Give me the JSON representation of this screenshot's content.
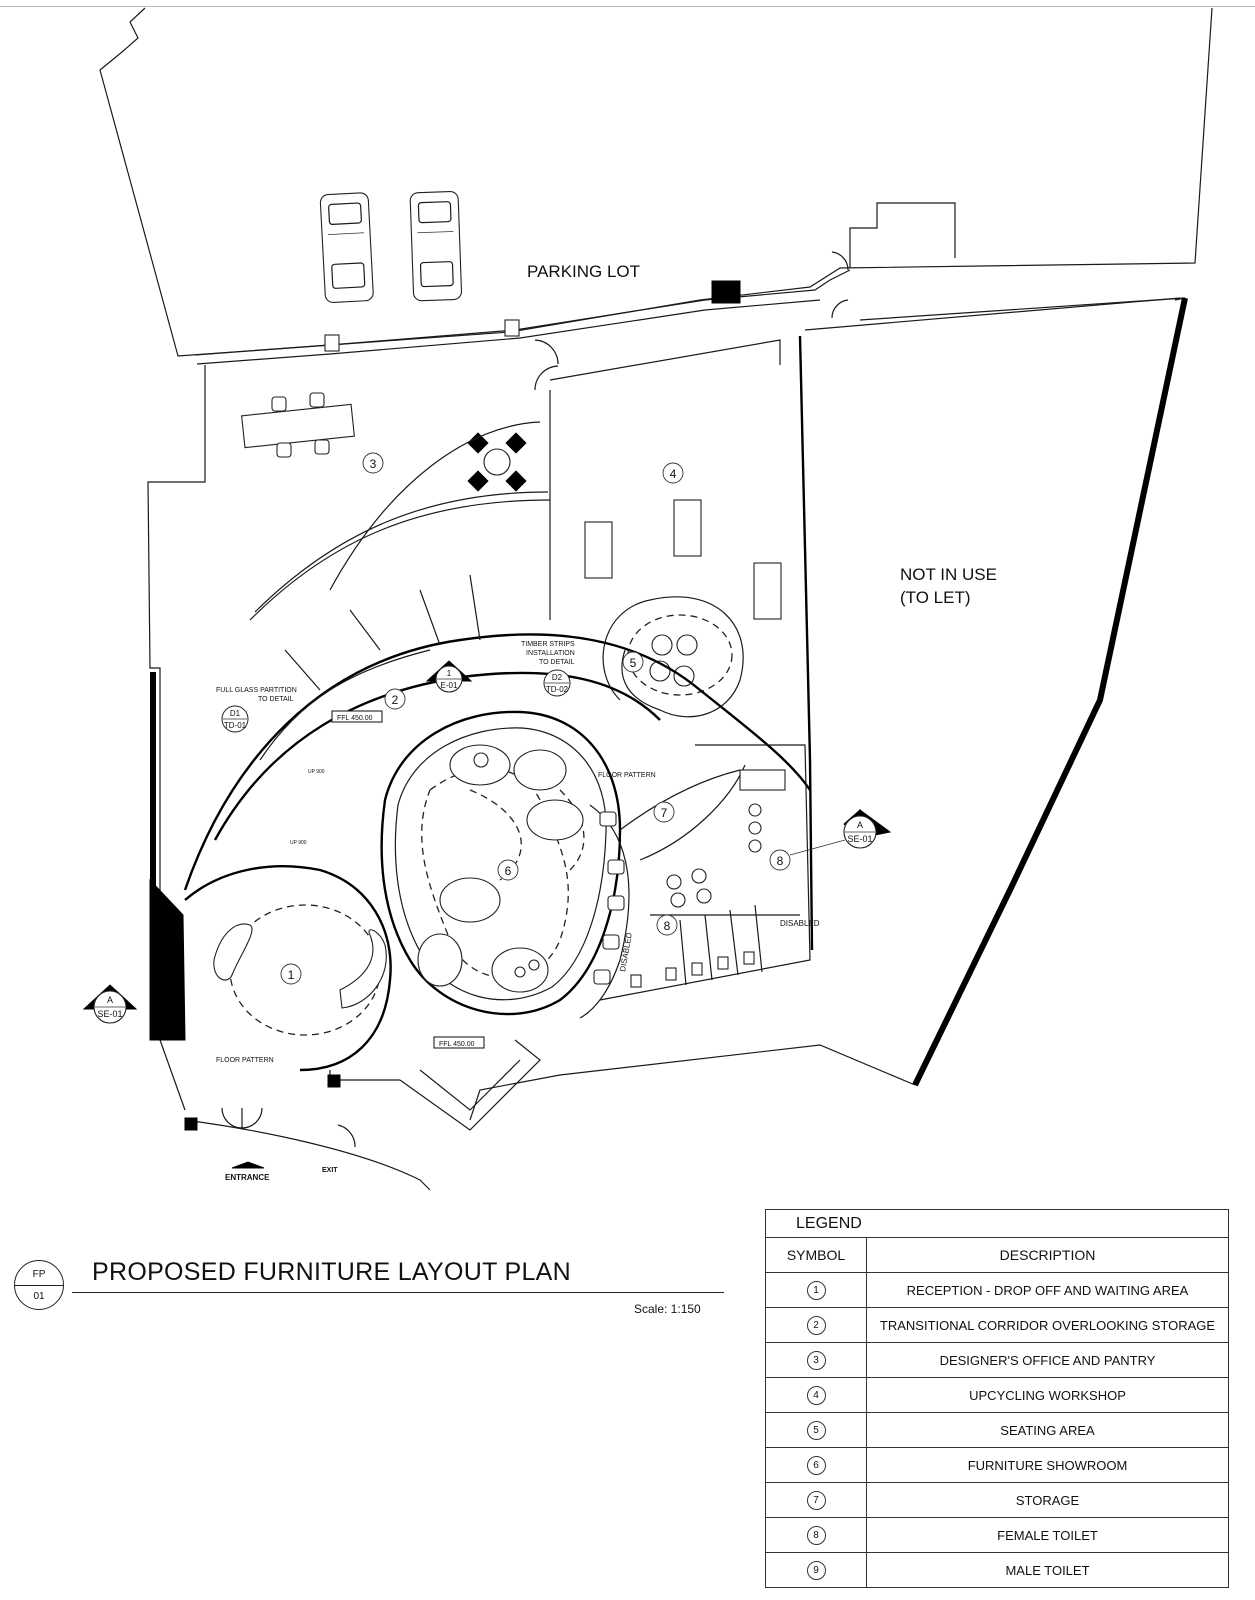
{
  "plan": {
    "area_labels": {
      "parking_lot": "PARKING LOT",
      "not_in_use_line1": "NOT IN USE",
      "not_in_use_line2": "(TO LET)"
    },
    "room_tags": [
      "1",
      "2",
      "3",
      "4",
      "5",
      "6",
      "7",
      "8",
      "8"
    ],
    "annotations": {
      "timber_1": "TIMBER STRIPS",
      "timber_2": "INSTALLATION",
      "timber_3": "TO DETAIL",
      "glass_1": "FULL GLASS PARTITION",
      "glass_2": "TO DETAIL",
      "floor_pattern_a": "FLOOR PATTERN",
      "floor_pattern_b": "FLOOR PATTERN",
      "ffl_a": "FFL 450.00",
      "ffl_b": "FFL 450.00",
      "disabled_a": "DISABLED",
      "disabled_b": "DISABLED",
      "entrance": "ENTRANCE",
      "exit": "EXIT",
      "up_a": "UP 900",
      "up_b": "UP 900"
    },
    "section_markers": [
      {
        "top": "A",
        "bottom": "SE-01"
      },
      {
        "top": "A",
        "bottom": "SE-01"
      },
      {
        "top": "1",
        "bottom": "E-01"
      }
    ],
    "detail_markers": [
      {
        "top": "D1",
        "bottom": "TD-01"
      },
      {
        "top": "D2",
        "bottom": "TD-02"
      }
    ]
  },
  "title_block": {
    "code_top": "FP",
    "code_bottom": "01",
    "title": "PROPOSED FURNITURE LAYOUT PLAN",
    "scale": "Scale: 1:150"
  },
  "legend": {
    "title": "LEGEND",
    "symbol_header": "SYMBOL",
    "description_header": "DESCRIPTION",
    "rows": [
      {
        "symbol": "1",
        "description": "RECEPTION - DROP OFF AND WAITING AREA"
      },
      {
        "symbol": "2",
        "description": "TRANSITIONAL CORRIDOR OVERLOOKING STORAGE"
      },
      {
        "symbol": "3",
        "description": "DESIGNER'S OFFICE AND PANTRY"
      },
      {
        "symbol": "4",
        "description": "UPCYCLING WORKSHOP"
      },
      {
        "symbol": "5",
        "description": "SEATING AREA"
      },
      {
        "symbol": "6",
        "description": "FURNITURE SHOWROOM"
      },
      {
        "symbol": "7",
        "description": "STORAGE"
      },
      {
        "symbol": "8",
        "description": "FEMALE TOILET"
      },
      {
        "symbol": "9",
        "description": "MALE TOILET"
      }
    ]
  }
}
